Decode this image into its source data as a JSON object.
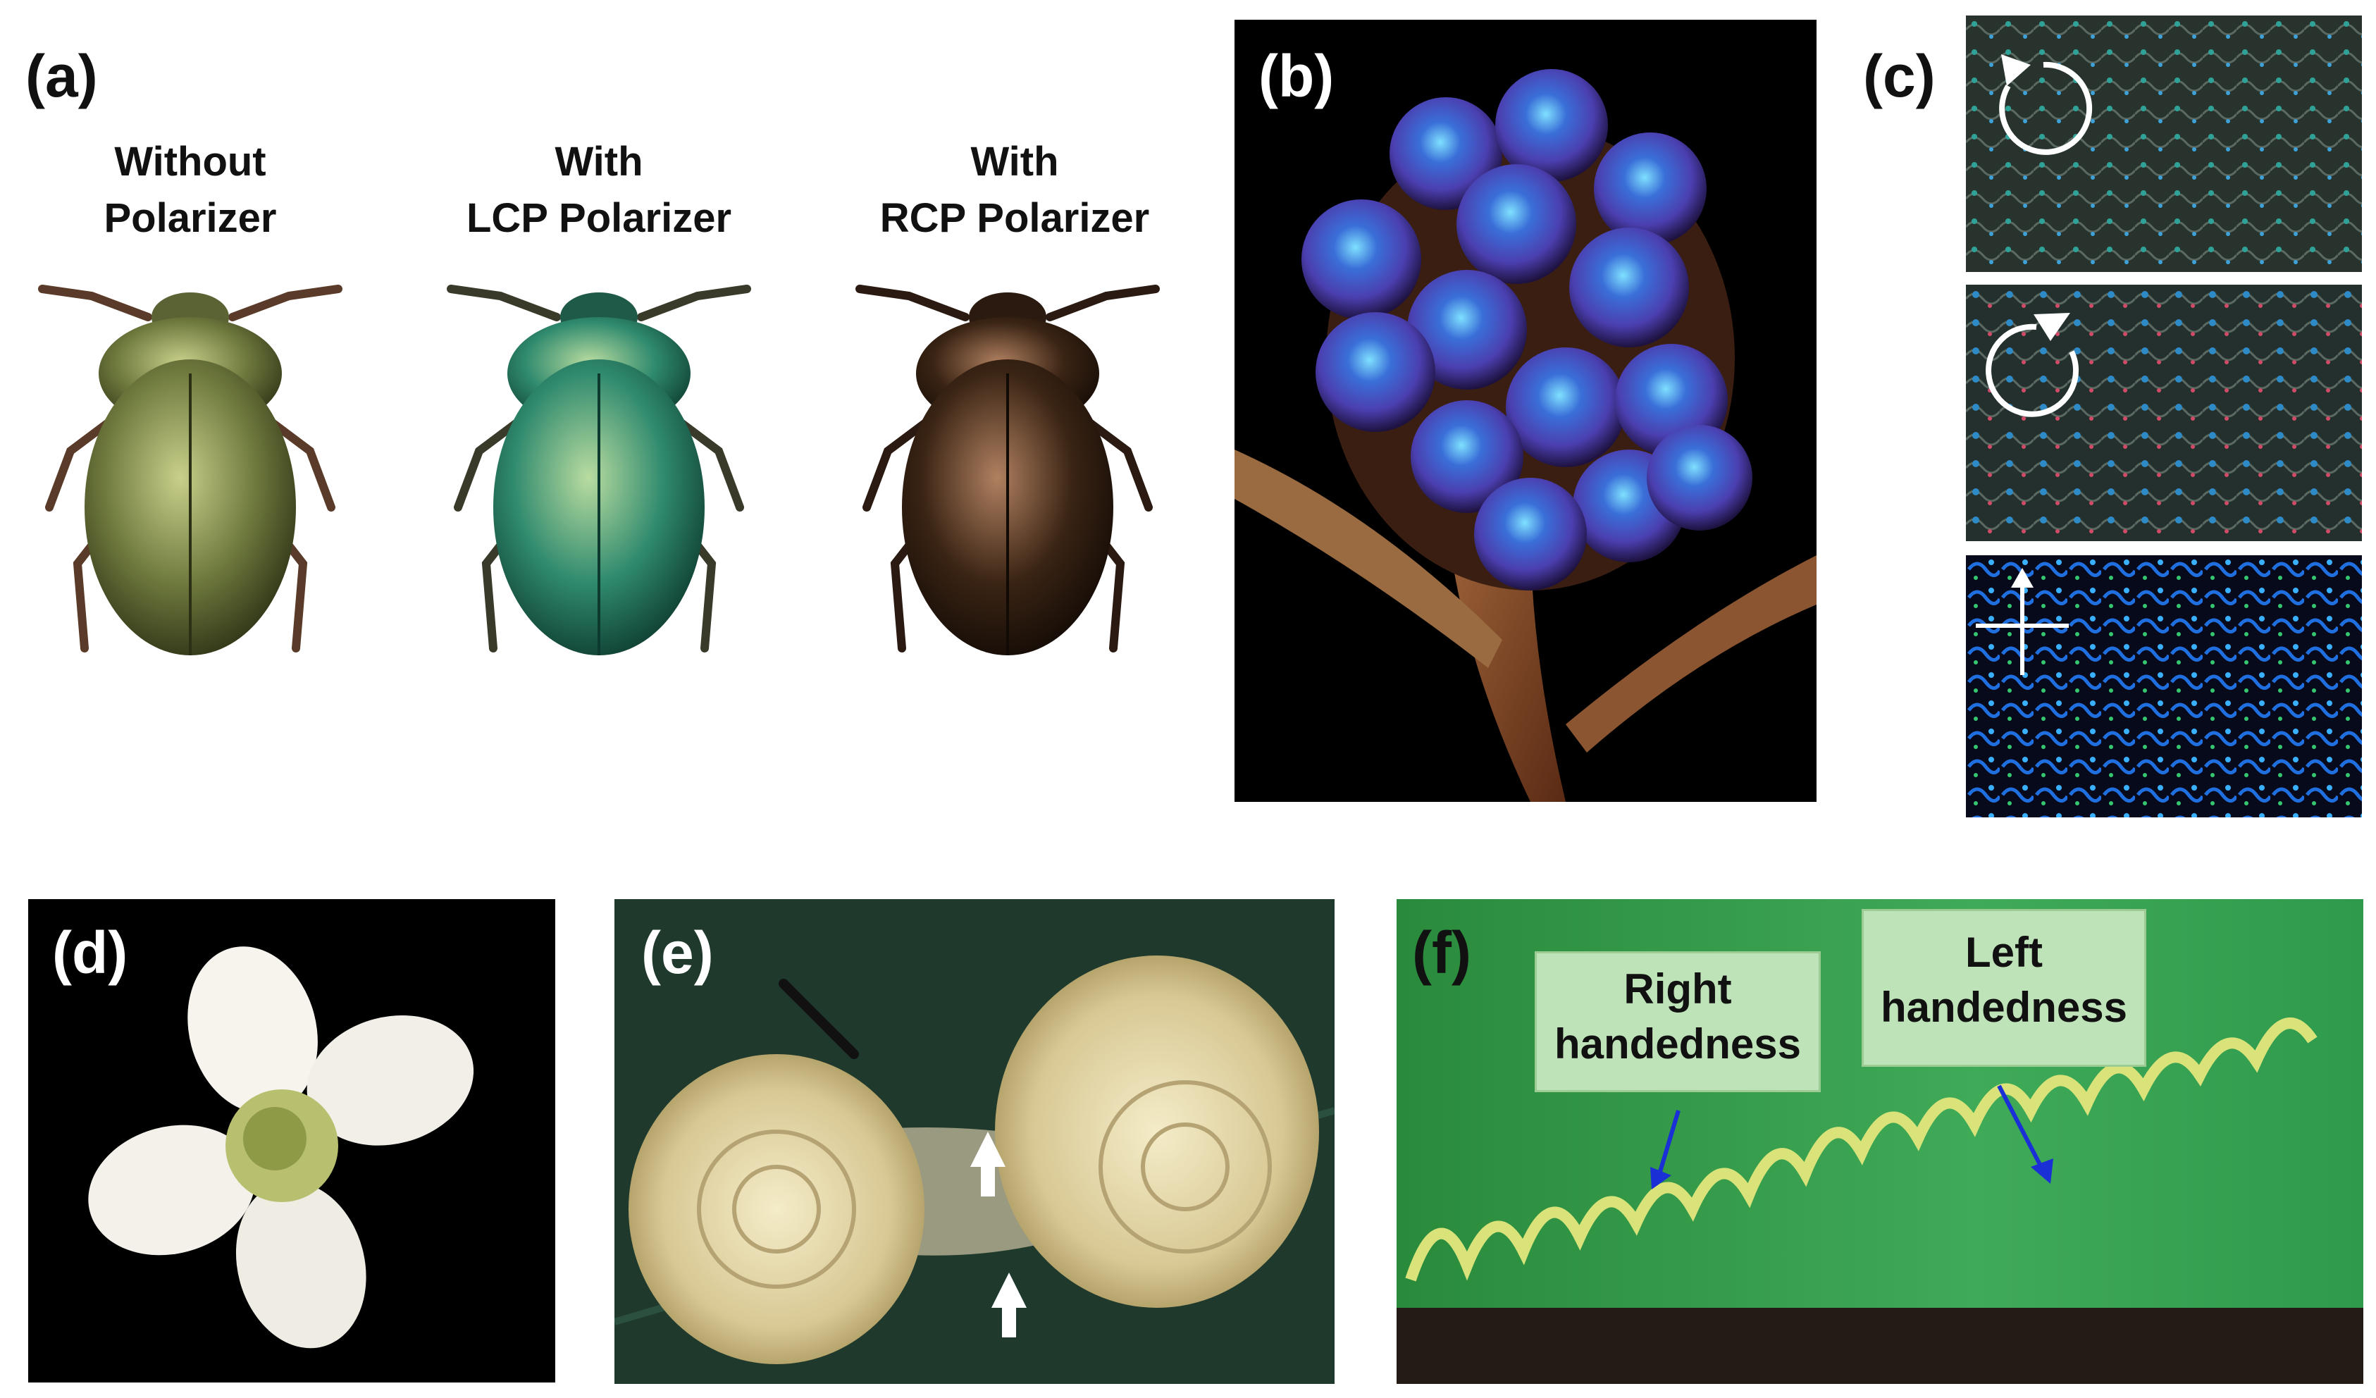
{
  "panel_a": {
    "label": "(a)",
    "captions": [
      {
        "line1": "Without",
        "line2": "Polarizer"
      },
      {
        "line1": "With",
        "line2": "LCP Polarizer"
      },
      {
        "line1": "With",
        "line2": "RCP Polarizer"
      }
    ],
    "beetle_colors": [
      "#6f7a3e",
      "#2f8a6e",
      "#3a2414"
    ]
  },
  "panel_b": {
    "label": "(b)",
    "berry_color": "#4b3fb0"
  },
  "panel_c": {
    "label": "(c)"
  },
  "panel_d": {
    "label": "(d)"
  },
  "panel_e": {
    "label": "(e)"
  },
  "panel_f": {
    "label": "(f)",
    "boxes": [
      {
        "line1": "Right",
        "line2": "handedness"
      },
      {
        "line1": "Left",
        "line2": "handedness"
      }
    ],
    "arrow_color": "#1a2fd6",
    "box_color": "#bfe3b8"
  }
}
